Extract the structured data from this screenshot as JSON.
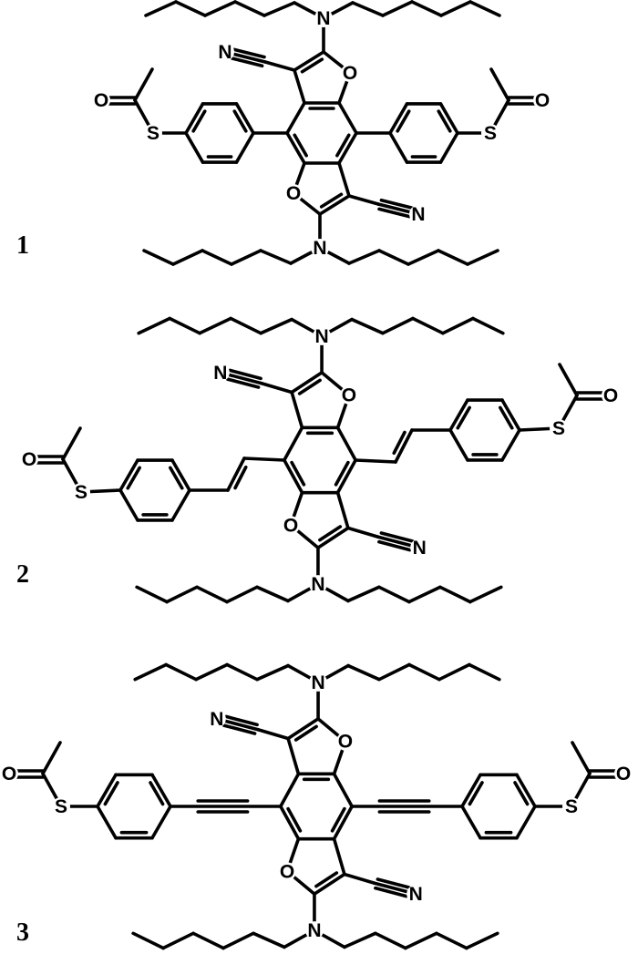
{
  "compounds": [
    {
      "label": "1",
      "linker": "direct"
    },
    {
      "label": "2",
      "linker": "vinylene"
    },
    {
      "label": "3",
      "linker": "ethynylene"
    }
  ],
  "atoms": {
    "nitrogen": "N",
    "oxygen": "O",
    "sulfur": "S"
  },
  "colors": {
    "ink": "#000000",
    "background": "#ffffff"
  }
}
